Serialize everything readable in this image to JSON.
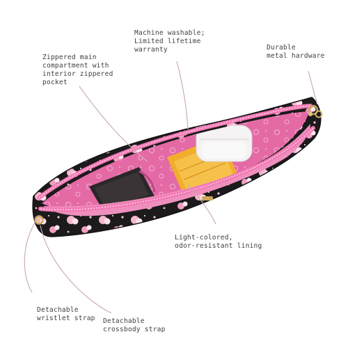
{
  "colors": {
    "background": "#ffffff",
    "pouch_body": "#1d1a1c",
    "lining_pink": "#e46aa6",
    "zipper_pink": "#f279b4",
    "lining_light": "#f2a9cc",
    "hardware_gold": "#c9a75c",
    "callout_text": "#3f3f3f",
    "leader_line": "#c9aeb4"
  },
  "callouts": {
    "machine_washable": [
      "Machine washable;",
      "Limited lifetime",
      "warranty"
    ],
    "durable_hardware": [
      "Durable",
      "metal hardware"
    ],
    "zippered_main": [
      "Zippered main",
      "compartment with",
      "interior zippered",
      "pocket"
    ],
    "lining": [
      "Light-colored,",
      "odor-resistant lining"
    ],
    "wristlet_strap": [
      "Detachable",
      "wristlet strap"
    ],
    "crossbody_strap": [
      "Detachable",
      "crossbody strap"
    ]
  },
  "icons": {
    "pouch": "open-cosmetic-pouch",
    "case": "earbud-case",
    "pack": "yellow-packet",
    "object": "dark-phone"
  }
}
